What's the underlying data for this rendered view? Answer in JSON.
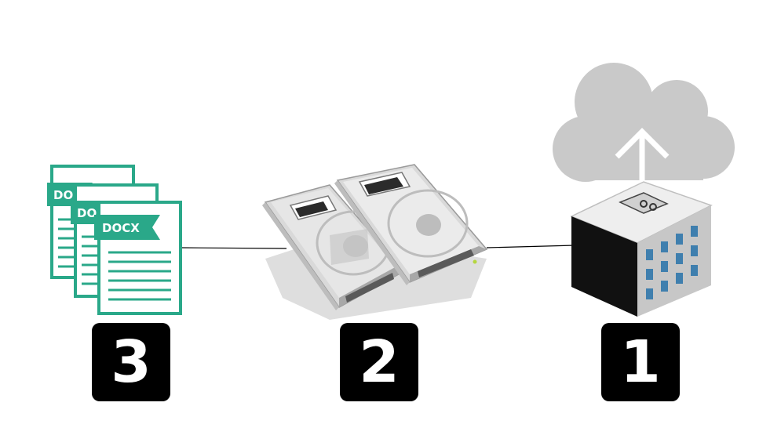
{
  "steps": [
    {
      "number": "3",
      "icon": "docx-files-icon"
    },
    {
      "number": "2",
      "icon": "hard-drives-icon"
    },
    {
      "number": "1",
      "icon": "cloud-server-icon"
    }
  ],
  "documents": {
    "tags": [
      "DOCX",
      "DOCX",
      "DOCX"
    ]
  },
  "colors": {
    "badge": "#000000",
    "badge_text": "#ffffff",
    "doc_green": "#2aa889",
    "cloud_grey": "#c9c9c9",
    "building_dark": "#111111",
    "window_blue": "#3f7fae"
  }
}
